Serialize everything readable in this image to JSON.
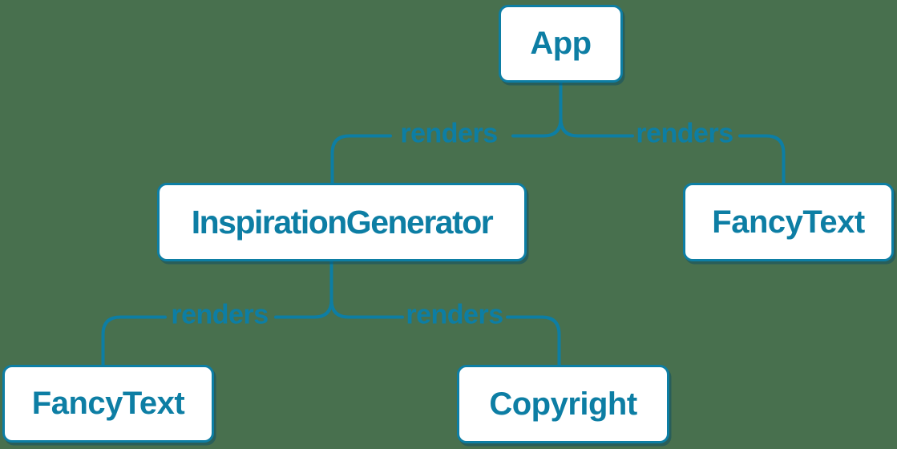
{
  "diagram": {
    "type": "render-tree",
    "colors": {
      "background": "#48704E",
      "stroke": "#0D7EA4",
      "node_fill": "#FFFFFF",
      "node_text": "#0D7EA4",
      "label_text": "#0D7EA4"
    },
    "nodes": [
      {
        "id": "app",
        "label": "App"
      },
      {
        "id": "inspiration-generator",
        "label": "InspirationGenerator"
      },
      {
        "id": "fancy-text-top",
        "label": "FancyText"
      },
      {
        "id": "fancy-text-bottom",
        "label": "FancyText"
      },
      {
        "id": "copyright",
        "label": "Copyright"
      }
    ],
    "edges": [
      {
        "from": "App",
        "to": "InspirationGenerator",
        "label": "renders"
      },
      {
        "from": "App",
        "to": "FancyText",
        "label": "renders"
      },
      {
        "from": "InspirationGenerator",
        "to": "FancyText",
        "label": "renders"
      },
      {
        "from": "InspirationGenerator",
        "to": "Copyright",
        "label": "renders"
      }
    ]
  }
}
